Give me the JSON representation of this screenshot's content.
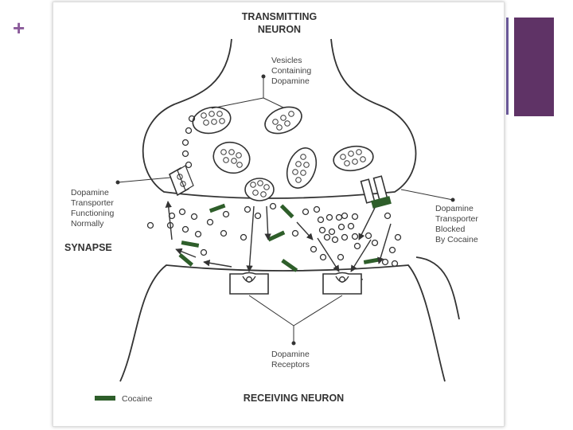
{
  "slide": {
    "plus_symbol": "+",
    "accent_color": "#5f3366"
  },
  "diagram": {
    "title_line1": "TRANSMITTING",
    "title_line2": "NEURON",
    "vesicles_line1": "Vesicles",
    "vesicles_line2": "Containing",
    "vesicles_line3": "Dopamine",
    "transporter_left_line1": "Dopamine",
    "transporter_left_line2": "Transporter",
    "transporter_left_line3": "Functioning",
    "transporter_left_line4": "Normally",
    "synapse": "SYNAPSE",
    "transporter_right_line1": "Dopamine",
    "transporter_right_line2": "Transporter",
    "transporter_right_line3": "Blocked",
    "transporter_right_line4": "By Cocaine",
    "receptors_line1": "Dopamine",
    "receptors_line2": "Receptors",
    "legend_cocaine": "Cocaine",
    "receiving": "RECEIVING NEURON",
    "cocaine_color": "#2e5e2a"
  }
}
